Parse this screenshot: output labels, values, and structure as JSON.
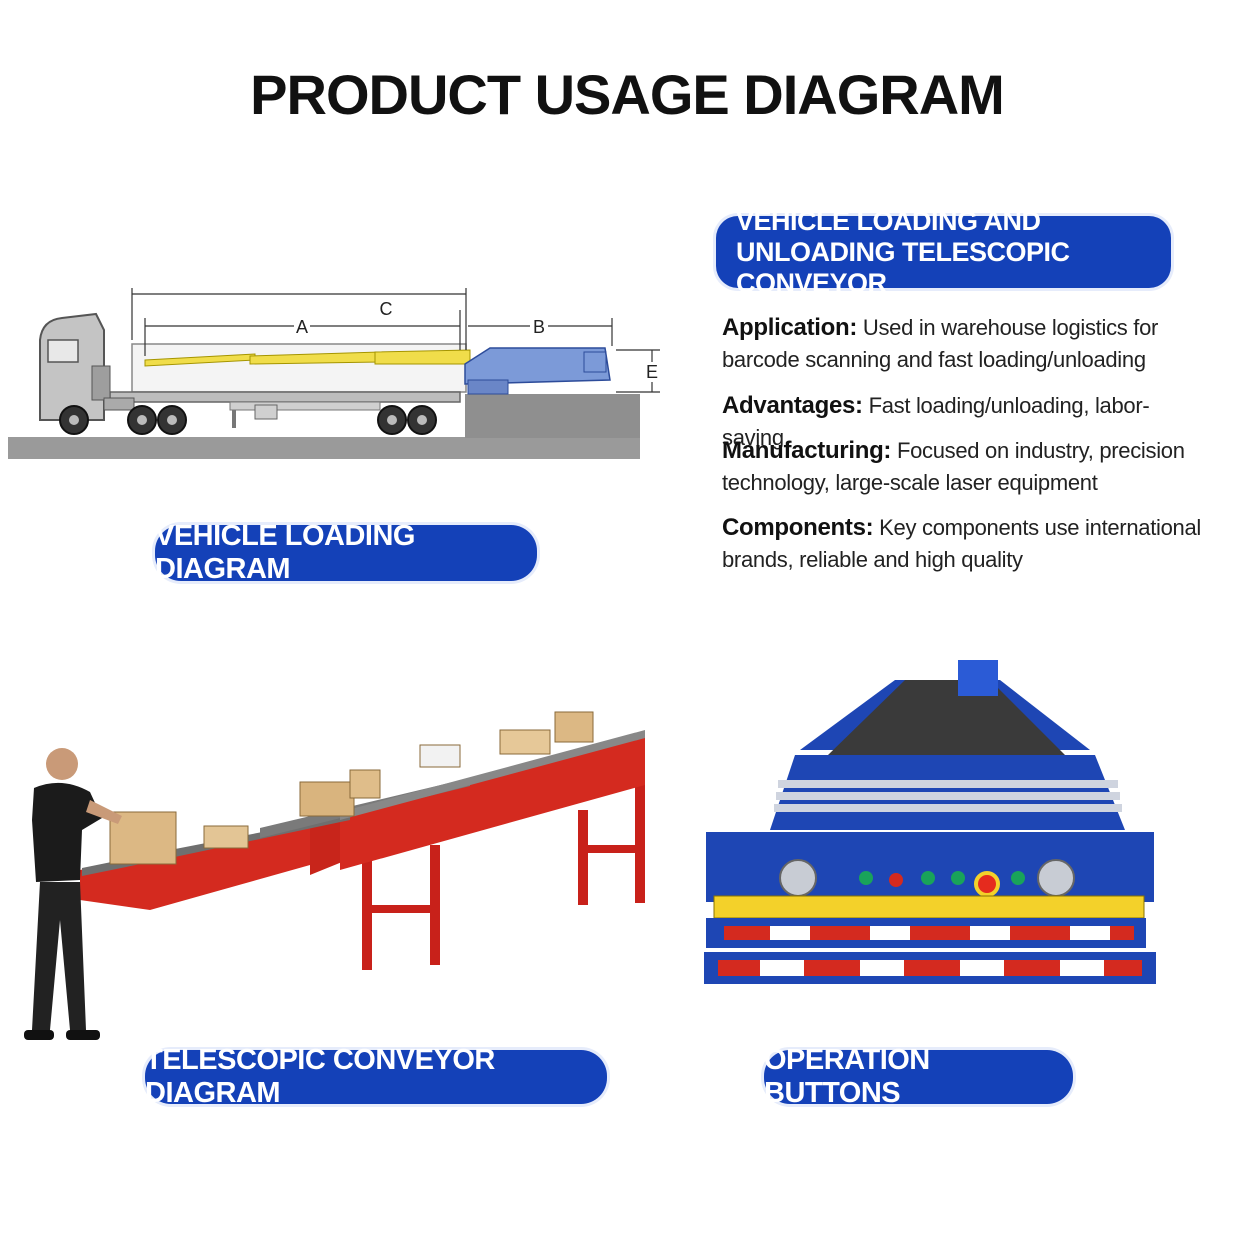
{
  "title": "PRODUCT USAGE DIAGRAM",
  "header_pill": {
    "line1": "VEHICLE LOADING AND",
    "line2": "UNLOADING TELESCOPIC CONVEYOR"
  },
  "info": [
    {
      "label": "Application:",
      "text": "Used in warehouse logistics for barcode scanning and fast loading/unloading"
    },
    {
      "label": "Advantages:",
      "text": "Fast loading/unloading, labor-saving"
    },
    {
      "label": "Manufacturing:",
      "text": "Focused on industry, precision technology, large-scale laser equipment"
    },
    {
      "label": "Components:",
      "text": "Key components use international brands, reliable and high quality"
    }
  ],
  "dimensions": {
    "a": "A",
    "b": "B",
    "c": "C",
    "e": "E"
  },
  "captions": {
    "vehicle": "VEHICLE LOADING DIAGRAM",
    "telescopic": "TELESCOPIC CONVEYOR DIAGRAM",
    "buttons": "OPERATION BUTTONS"
  },
  "colors": {
    "brand_blue": "#1441b8",
    "conveyor_red": "#d42a1f",
    "panel_blue": "#1e46b4",
    "extension_yellow": "#f0dd4a"
  }
}
